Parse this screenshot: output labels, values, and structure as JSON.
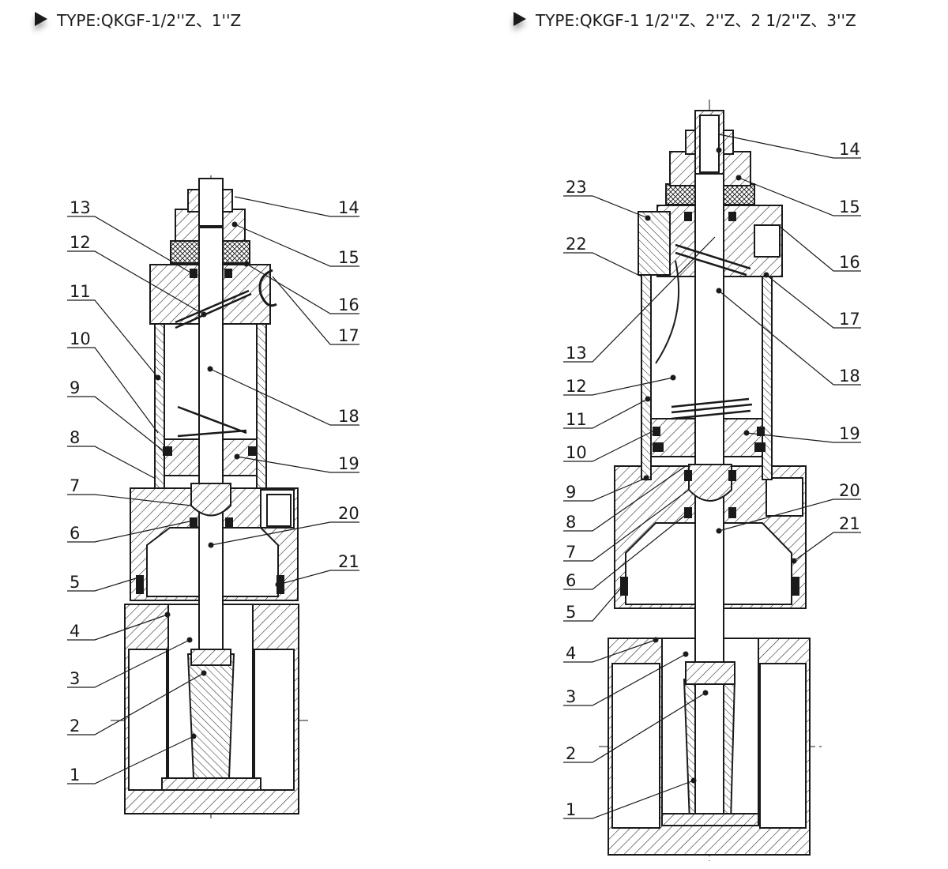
{
  "headers": {
    "left": "TYPE:QKGF-1/2''Z、1''Z",
    "right": "TYPE:QKGF-1 1/2''Z、2''Z、2 1/2''Z、3''Z"
  },
  "left_callouts": {
    "l13": "13",
    "l12": "12",
    "l11": "11",
    "l10": "10",
    "l9": "9",
    "l8": "8",
    "l7": "7",
    "l6": "6",
    "l5": "5",
    "l4": "4",
    "l3": "3",
    "l2": "2",
    "l1": "1",
    "r14": "14",
    "r15": "15",
    "r16": "16",
    "r17": "17",
    "r18": "18",
    "r19": "19",
    "r20": "20",
    "r21": "21"
  },
  "right_callouts": {
    "l23": "23",
    "l22": "22",
    "l13": "13",
    "l12": "12",
    "l11": "11",
    "l10": "10",
    "l9": "9",
    "l8": "8",
    "l7": "7",
    "l6": "6",
    "l5": "5",
    "l4": "4",
    "l3": "3",
    "l2": "2",
    "l1": "1",
    "r14": "14",
    "r15": "15",
    "r16": "16",
    "r17": "17",
    "r18": "18",
    "r19": "19",
    "r20": "20",
    "r21": "21"
  },
  "colors": {
    "ink": "#1a1a1a",
    "background": "#ffffff"
  }
}
